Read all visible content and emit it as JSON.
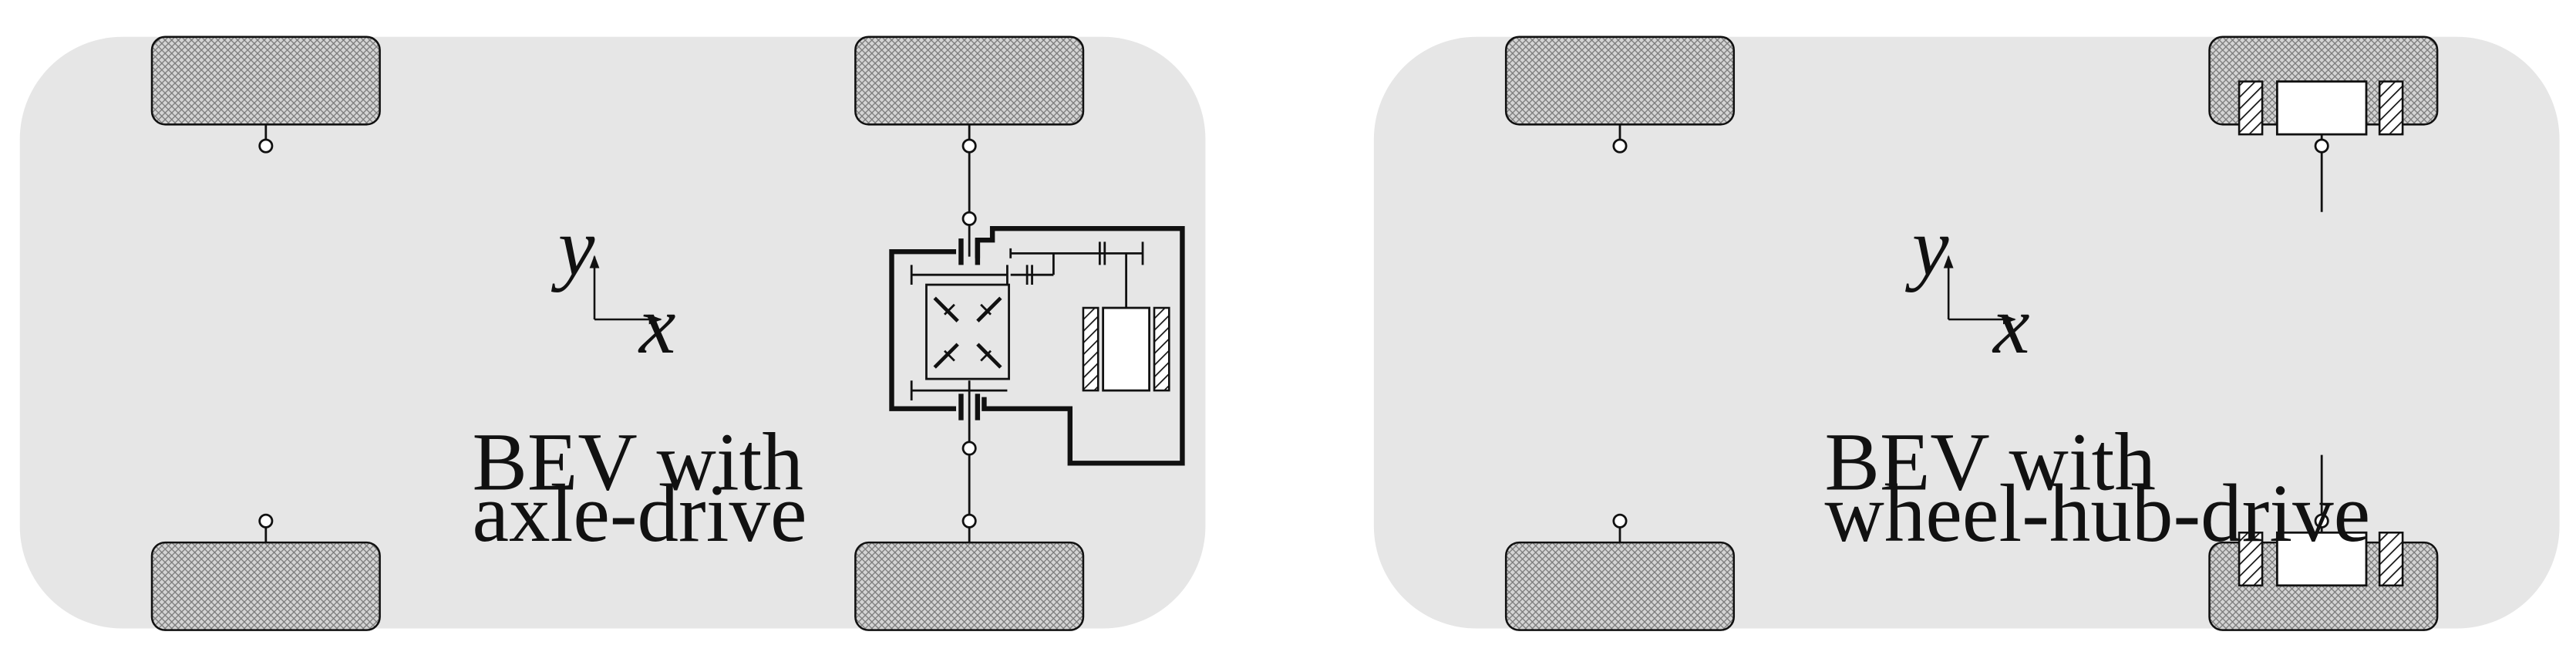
{
  "left": {
    "label_line1": "BEV with",
    "label_line2": "axle-drive"
  },
  "right": {
    "label_line1": "BEV with",
    "label_line2": "wheel-hub-drive"
  },
  "axes": {
    "x": "x",
    "y": "y"
  },
  "colors": {
    "chassis": "#e6e6e6",
    "tire_fill": "#d6d6d6",
    "line": "#111111",
    "motor_fill": "#ffffff"
  }
}
